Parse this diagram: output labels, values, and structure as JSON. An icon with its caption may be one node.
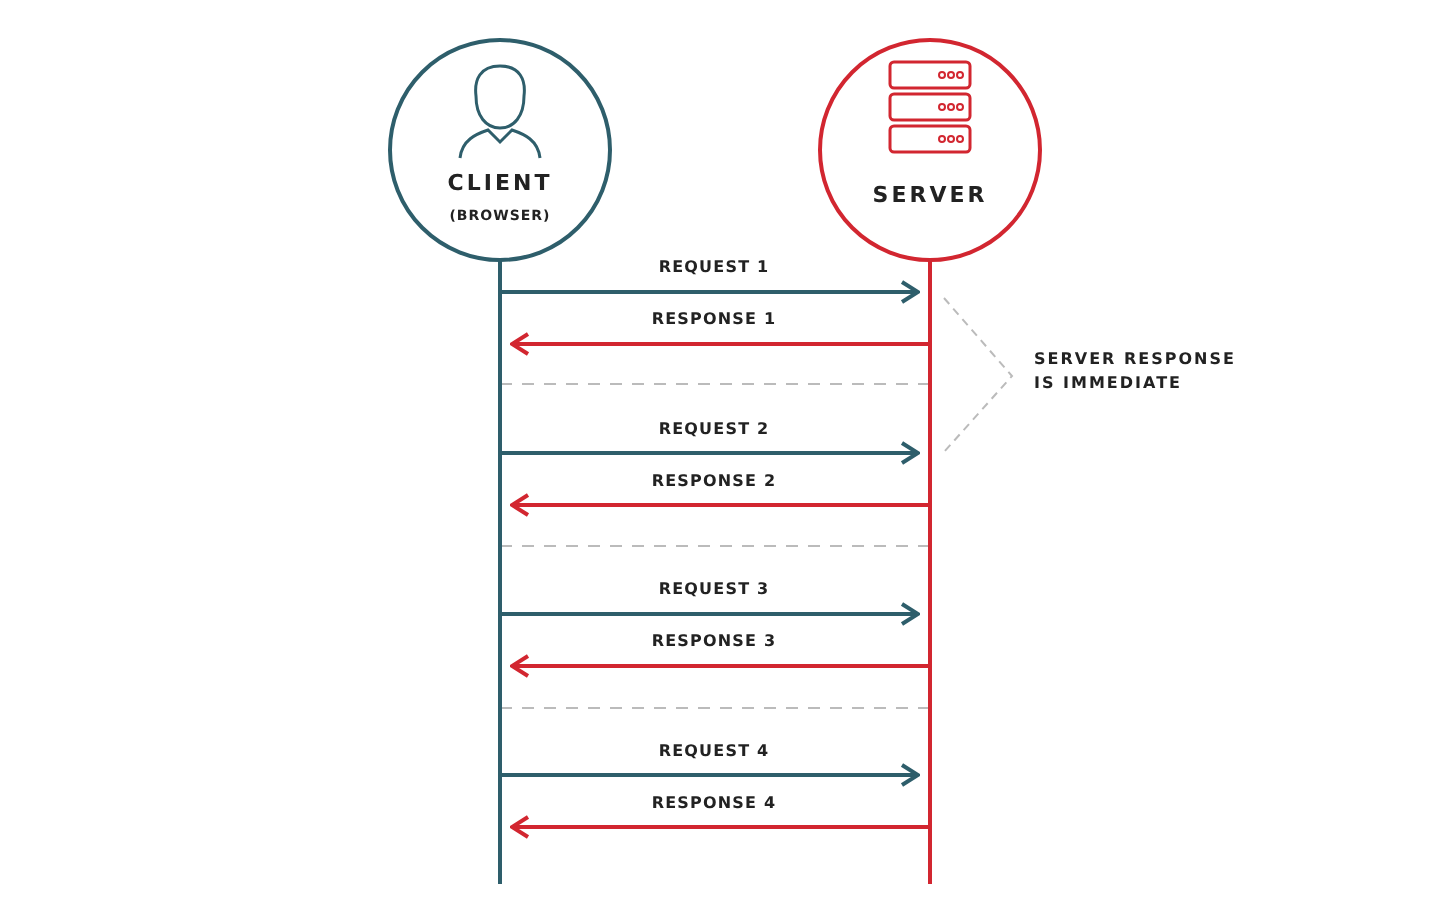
{
  "diagram": {
    "nodes": [
      {
        "text": [
          "CLIENT",
          "(BROWSER)"
        ]
      },
      {
        "text": [
          "SERVER"
        ]
      }
    ],
    "edges": [
      {
        "from": 0,
        "to": 1,
        "arrow": "to",
        "label": "REQUEST 1",
        "color": "#2e5e6b"
      },
      {
        "from": 1,
        "to": 0,
        "arrow": "to",
        "label": "RESPONSE 1",
        "color": "#d22630"
      },
      {
        "from": 0,
        "to": 1,
        "arrow": "to",
        "label": "REQUEST 2",
        "color": "#2e5e6b"
      },
      {
        "from": 1,
        "to": 0,
        "arrow": "to",
        "label": "RESPONSE 2",
        "color": "#d22630"
      },
      {
        "from": 0,
        "to": 1,
        "arrow": "to",
        "label": "REQUEST 3",
        "color": "#2e5e6b"
      },
      {
        "from": 1,
        "to": 0,
        "arrow": "to",
        "label": "RESPONSE 3",
        "color": "#d22630"
      },
      {
        "from": 0,
        "to": 1,
        "arrow": "to",
        "label": "REQUEST 4",
        "color": "#2e5e6b"
      },
      {
        "from": 1,
        "to": 0,
        "arrow": "to",
        "label": "RESPONSE 4",
        "color": "#d22630"
      }
    ],
    "labels": [
      "SERVER RESPONSE IS IMMEDIATE"
    ]
  }
}
